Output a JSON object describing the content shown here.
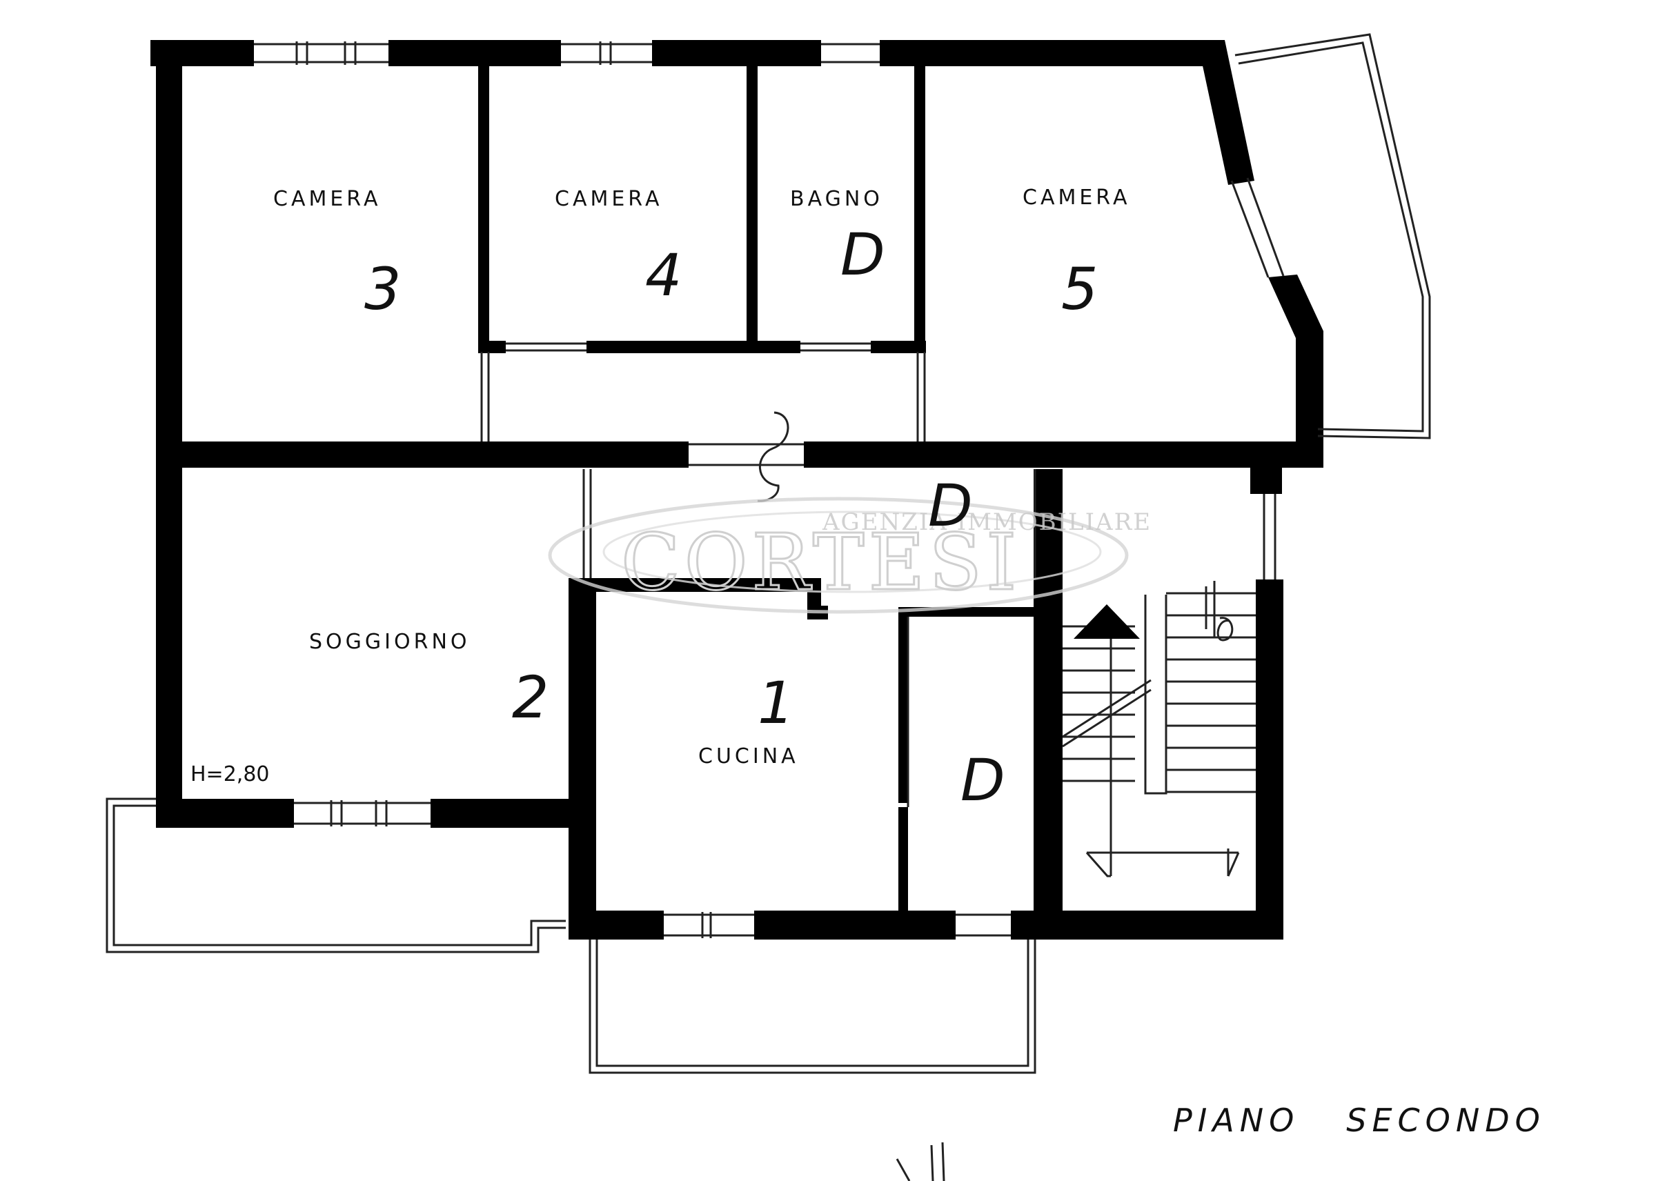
{
  "plan": {
    "title": "PIANO   SECONDO",
    "height_note": "H=2,80",
    "rooms": [
      {
        "id": "camera-3",
        "name": "CAMERA",
        "number": "3"
      },
      {
        "id": "camera-4",
        "name": "CAMERA",
        "number": "4"
      },
      {
        "id": "bagno",
        "name": "BAGNO",
        "number": "D"
      },
      {
        "id": "camera-5",
        "name": "CAMERA",
        "number": "5"
      },
      {
        "id": "soggiorno",
        "name": "SOGGIORNO",
        "number": "2"
      },
      {
        "id": "cucina",
        "name": "CUCINA",
        "number": "1"
      },
      {
        "id": "disimpegno-corridoio",
        "name": "",
        "number": "S"
      },
      {
        "id": "disimpegno-ingresso",
        "name": "",
        "number": "D"
      },
      {
        "id": "ripostiglio",
        "name": "",
        "number": "D"
      },
      {
        "id": "scala",
        "name": "",
        "number": "D"
      }
    ]
  },
  "watermark": {
    "line1": "AGENZIA IMMOBILIARE",
    "line2": "CORTESI"
  },
  "colors": {
    "wall": "#000000",
    "line": "#222222",
    "background": "#ffffff",
    "watermark": "#cccccc"
  }
}
